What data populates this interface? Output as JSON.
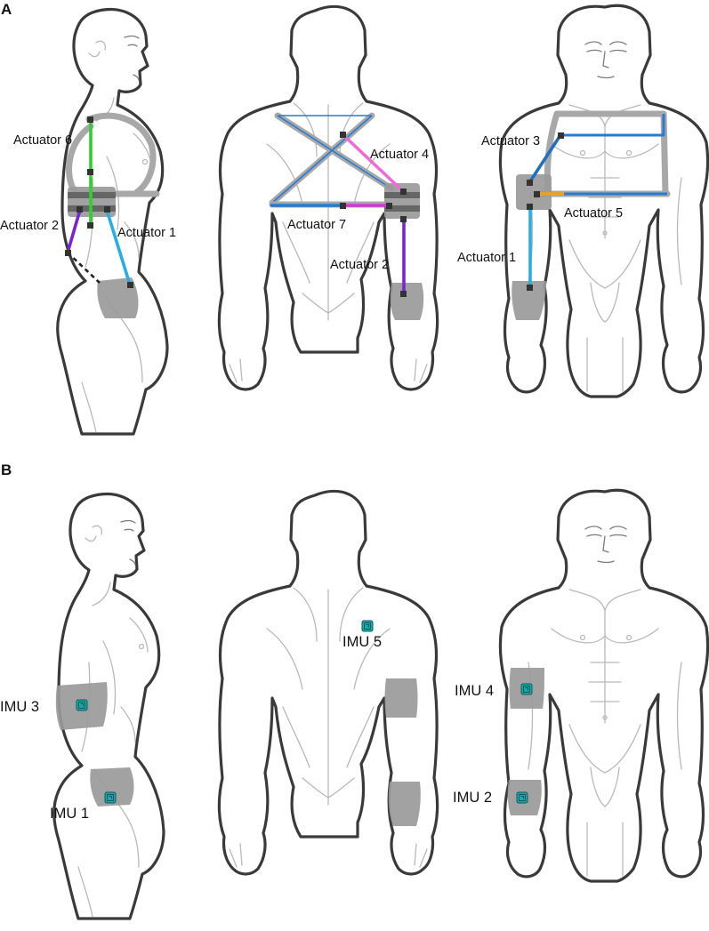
{
  "panels": [
    {
      "letter": "A",
      "labels": {
        "actuator6": "Actuator 6",
        "actuator2_side": "Actuator 2",
        "actuator1_side": "Actuator 1",
        "actuator4": "Actuator 4",
        "actuator7": "Actuator 7",
        "actuator2_back": "Actuator 2",
        "actuator3": "Actuator 3",
        "actuator5": "Actuator 5",
        "actuator1_front": "Actuator 1"
      }
    },
    {
      "letter": "B",
      "labels": {
        "imu3": "IMU 3",
        "imu1": "IMU 1",
        "imu5": "IMU 5",
        "imu4": "IMU 4",
        "imu2": "IMU 2"
      }
    }
  ],
  "colors": {
    "actuator1": "#29aee3",
    "actuator2": "#7a24d4",
    "actuator3": "#1f6fc4",
    "actuator4": "#ee6bd6",
    "actuator5": "#f0a11c",
    "actuator6": "#2fcf2f",
    "actuator7": "#2a7bd0",
    "imu": "#1aa7a7",
    "strap": "#a8a8a8",
    "outline": "#3a3a3a"
  }
}
